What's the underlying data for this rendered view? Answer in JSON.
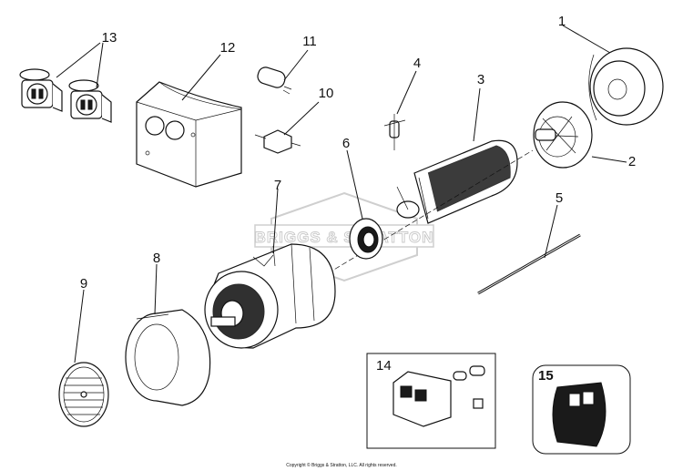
{
  "diagram": {
    "callouts": [
      {
        "id": "1",
        "text": "1"
      },
      {
        "id": "2",
        "text": "2"
      },
      {
        "id": "3",
        "text": "3"
      },
      {
        "id": "4",
        "text": "4"
      },
      {
        "id": "5",
        "text": "5"
      },
      {
        "id": "6",
        "text": "6"
      },
      {
        "id": "7",
        "text": "7"
      },
      {
        "id": "8",
        "text": "8"
      },
      {
        "id": "9",
        "text": "9"
      },
      {
        "id": "10",
        "text": "10"
      },
      {
        "id": "11",
        "text": "11"
      },
      {
        "id": "12",
        "text": "12"
      },
      {
        "id": "13",
        "text": "13"
      },
      {
        "id": "14",
        "text": "14"
      },
      {
        "id": "15",
        "text": "15"
      }
    ],
    "watermark": "BRIGGS & STRATTON",
    "copyright": "Copyright © Briggs & Stratton, LLC. All rights reserved."
  }
}
